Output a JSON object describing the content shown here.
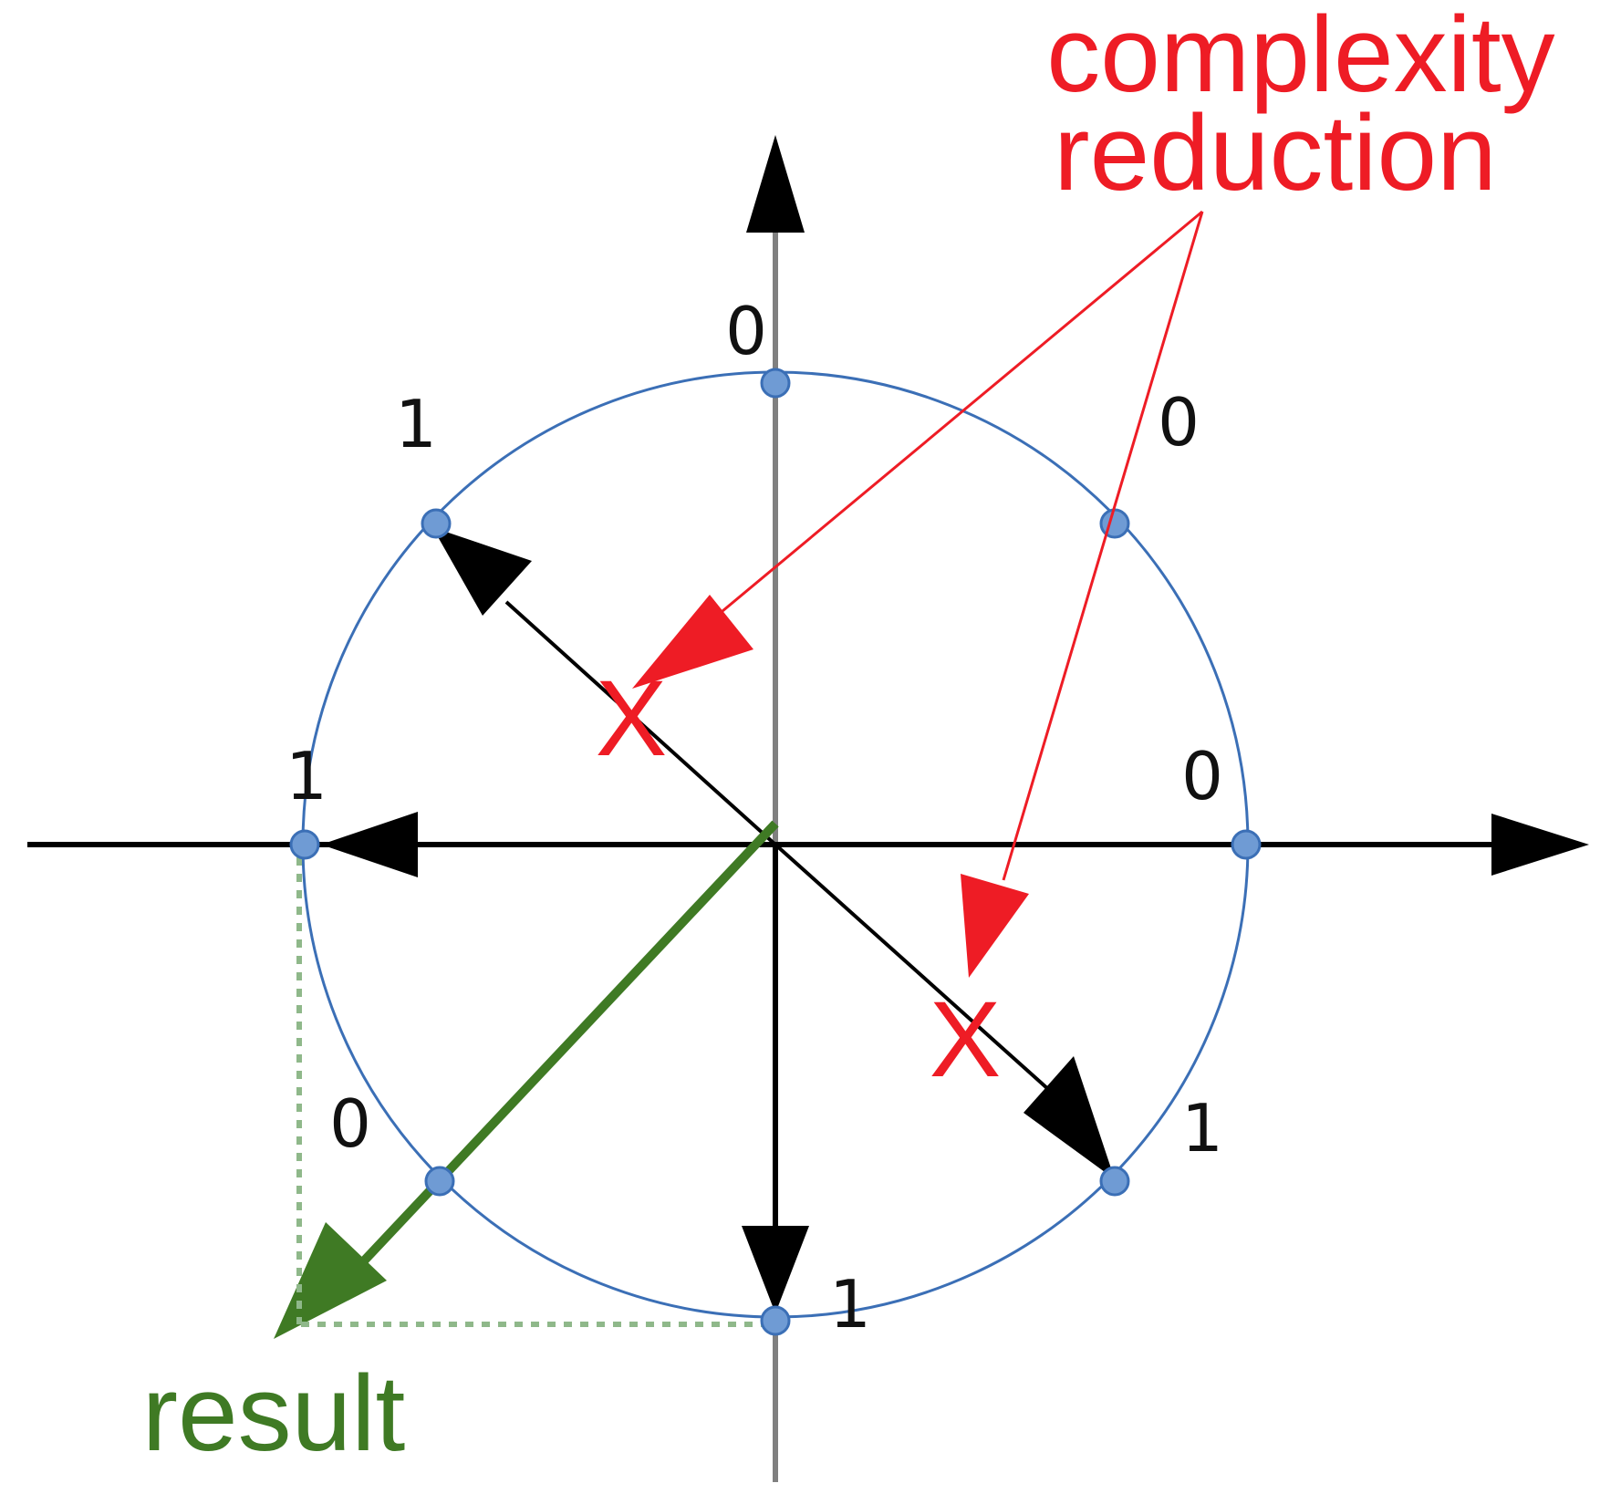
{
  "colors": {
    "axis": "#808080",
    "circle": "#3b6fb6",
    "point": "#6f9bd4",
    "arrow": "#000000",
    "annotation": "#ee1c25",
    "result": "#3f7a24",
    "projection": "#8fb88a"
  },
  "labels": {
    "top": "0",
    "top_right": "0",
    "right": "0",
    "bottom_right": "1",
    "bottom": "1",
    "bottom_left": "0",
    "left": "1",
    "top_left": "1"
  },
  "annotation": {
    "line1": "complexity",
    "line2": "reduction",
    "cross_mark": "X"
  },
  "result_label": "result"
}
